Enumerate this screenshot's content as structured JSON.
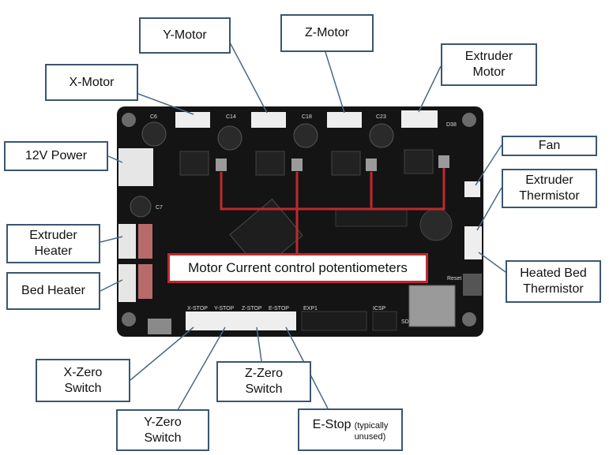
{
  "colors": {
    "board": "#141414",
    "callout_border": "#3a5670",
    "leader_line": "#4a6a86",
    "potentiometer_highlight": "#c0282d",
    "connector": "#eeeeee"
  },
  "labels": {
    "y_motor": "Y-Motor",
    "z_motor": "Z-Motor",
    "x_motor": "X-Motor",
    "extruder_motor": "Extruder\nMotor",
    "power_12v": "12V Power",
    "fan": "Fan",
    "extruder_thermistor": "Extruder\nThermistor",
    "extruder_heater": "Extruder\nHeater",
    "bed_heater": "Bed Heater",
    "heated_bed_thermistor": "Heated Bed\nThermistor",
    "motor_current_pots": "Motor Current control potentiometers",
    "x_zero_switch": "X-Zero\nSwitch",
    "z_zero_switch": "Z-Zero\nSwitch",
    "y_zero_switch": "Y-Zero\nSwitch",
    "e_stop": "E-Stop",
    "e_stop_note": "(typically\nunused)"
  },
  "board_silkscreen": {
    "c6": "C6",
    "c14": "C14",
    "c18": "C18",
    "c23": "C23",
    "d38": "D38",
    "c7": "C7",
    "x_stop": "X-STOP",
    "y_stop": "Y-STOP",
    "z_stop": "Z-STOP",
    "e_stop": "E-STOP",
    "exp1": "EXP1",
    "icsp": "ICSP",
    "reset": "Reset",
    "sd": "SD"
  }
}
